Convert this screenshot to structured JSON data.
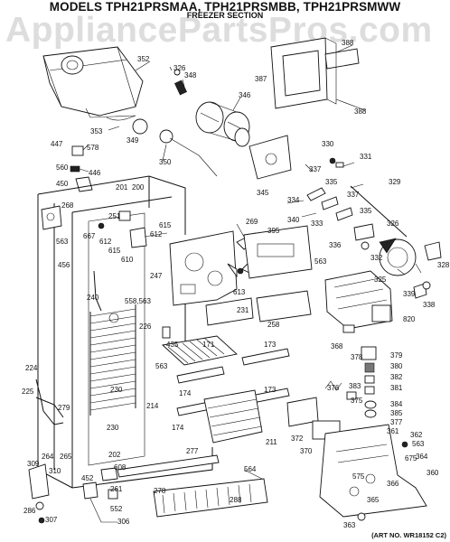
{
  "header": {
    "title": "MODELS TPH21PRSMAA, TPH21PRSMBB, TPH21PRSMWW",
    "section": "FREEZER SECTION"
  },
  "watermark": "AppliancePartsPros.com",
  "footer": {
    "art_number": "(ART NO. WR18152 C2)"
  },
  "labels": [
    {
      "id": "352",
      "text": "352"
    },
    {
      "id": "326a",
      "text": "326"
    },
    {
      "id": "348",
      "text": "348"
    },
    {
      "id": "387",
      "text": "387"
    },
    {
      "id": "388a",
      "text": "388"
    },
    {
      "id": "388b",
      "text": "388"
    },
    {
      "id": "346",
      "text": "346"
    },
    {
      "id": "353",
      "text": "353"
    },
    {
      "id": "349",
      "text": "349"
    },
    {
      "id": "350",
      "text": "350"
    },
    {
      "id": "447",
      "text": "447"
    },
    {
      "id": "578",
      "text": "578"
    },
    {
      "id": "560",
      "text": "560"
    },
    {
      "id": "446",
      "text": "446"
    },
    {
      "id": "450",
      "text": "450"
    },
    {
      "id": "330",
      "text": "330"
    },
    {
      "id": "331",
      "text": "331"
    },
    {
      "id": "337a",
      "text": "337"
    },
    {
      "id": "329",
      "text": "329"
    },
    {
      "id": "335a",
      "text": "335"
    },
    {
      "id": "345",
      "text": "345"
    },
    {
      "id": "334",
      "text": "334"
    },
    {
      "id": "337b",
      "text": "337"
    },
    {
      "id": "335b",
      "text": "335"
    },
    {
      "id": "201",
      "text": "201"
    },
    {
      "id": "200",
      "text": "200"
    },
    {
      "id": "268",
      "text": "268"
    },
    {
      "id": "251",
      "text": "251"
    },
    {
      "id": "615a",
      "text": "615"
    },
    {
      "id": "340",
      "text": "340"
    },
    {
      "id": "333",
      "text": "333"
    },
    {
      "id": "326b",
      "text": "326"
    },
    {
      "id": "269",
      "text": "269"
    },
    {
      "id": "395",
      "text": "395"
    },
    {
      "id": "336",
      "text": "336"
    },
    {
      "id": "332",
      "text": "332"
    },
    {
      "id": "563a",
      "text": "563"
    },
    {
      "id": "667",
      "text": "667"
    },
    {
      "id": "612a",
      "text": "612"
    },
    {
      "id": "615b",
      "text": "615"
    },
    {
      "id": "612b",
      "text": "612"
    },
    {
      "id": "610",
      "text": "610"
    },
    {
      "id": "456",
      "text": "456"
    },
    {
      "id": "563b",
      "text": "563"
    },
    {
      "id": "328",
      "text": "328"
    },
    {
      "id": "325",
      "text": "325"
    },
    {
      "id": "339",
      "text": "339"
    },
    {
      "id": "338",
      "text": "338"
    },
    {
      "id": "247",
      "text": "247"
    },
    {
      "id": "613",
      "text": "613"
    },
    {
      "id": "240",
      "text": "240"
    },
    {
      "id": "558",
      "text": "558,563"
    },
    {
      "id": "231",
      "text": "231"
    },
    {
      "id": "258",
      "text": "258"
    },
    {
      "id": "820",
      "text": "820"
    },
    {
      "id": "226",
      "text": "226"
    },
    {
      "id": "435",
      "text": "435"
    },
    {
      "id": "171",
      "text": "171"
    },
    {
      "id": "173a",
      "text": "173"
    },
    {
      "id": "368",
      "text": "368"
    },
    {
      "id": "378",
      "text": "378"
    },
    {
      "id": "379",
      "text": "379"
    },
    {
      "id": "563c",
      "text": "563"
    },
    {
      "id": "380",
      "text": "380"
    },
    {
      "id": "224",
      "text": "224"
    },
    {
      "id": "382",
      "text": "382"
    },
    {
      "id": "376",
      "text": "376"
    },
    {
      "id": "383",
      "text": "383"
    },
    {
      "id": "381",
      "text": "381"
    },
    {
      "id": "230a",
      "text": "230"
    },
    {
      "id": "174a",
      "text": "174"
    },
    {
      "id": "173b",
      "text": "173"
    },
    {
      "id": "375",
      "text": "375"
    },
    {
      "id": "225",
      "text": "225"
    },
    {
      "id": "214",
      "text": "214"
    },
    {
      "id": "384",
      "text": "384"
    },
    {
      "id": "385",
      "text": "385"
    },
    {
      "id": "279",
      "text": "279"
    },
    {
      "id": "377",
      "text": "377"
    },
    {
      "id": "174b",
      "text": "174"
    },
    {
      "id": "372",
      "text": "372"
    },
    {
      "id": "230b",
      "text": "230"
    },
    {
      "id": "361",
      "text": "361"
    },
    {
      "id": "211",
      "text": "211"
    },
    {
      "id": "362",
      "text": "362"
    },
    {
      "id": "370",
      "text": "370"
    },
    {
      "id": "563d",
      "text": "563"
    },
    {
      "id": "202",
      "text": "202"
    },
    {
      "id": "364",
      "text": "364"
    },
    {
      "id": "264",
      "text": "264"
    },
    {
      "id": "265",
      "text": "265"
    },
    {
      "id": "277",
      "text": "277"
    },
    {
      "id": "675",
      "text": "675"
    },
    {
      "id": "309",
      "text": "309"
    },
    {
      "id": "608",
      "text": "608"
    },
    {
      "id": "310",
      "text": "310"
    },
    {
      "id": "564",
      "text": "564"
    },
    {
      "id": "452",
      "text": "452"
    },
    {
      "id": "261",
      "text": "261"
    },
    {
      "id": "278",
      "text": "278"
    },
    {
      "id": "575",
      "text": "575"
    },
    {
      "id": "360",
      "text": "360"
    },
    {
      "id": "366",
      "text": "366"
    },
    {
      "id": "286",
      "text": "286"
    },
    {
      "id": "288",
      "text": "288"
    },
    {
      "id": "552",
      "text": "552"
    },
    {
      "id": "365",
      "text": "365"
    },
    {
      "id": "307",
      "text": "307"
    },
    {
      "id": "306",
      "text": "306"
    },
    {
      "id": "363",
      "text": "363"
    }
  ]
}
